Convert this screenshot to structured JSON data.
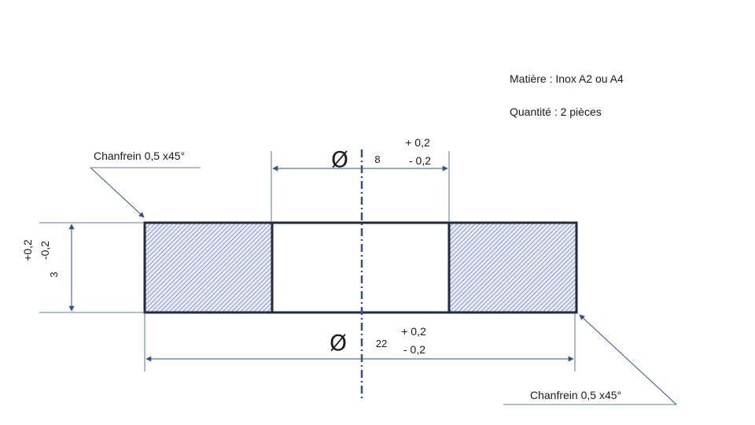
{
  "notes": {
    "material": "Matière : Inox A2 ou A4",
    "quantity": "Quantité : 2 pièces"
  },
  "chamfer_labels": {
    "top_left": "Chanfrein 0,5 x45°",
    "bottom_right": "Chanfrein 0,5 x45°"
  },
  "dimensions": {
    "inner_diameter": {
      "symbol": "Ø",
      "value": "8",
      "tol_plus": "+ 0,2",
      "tol_minus": "- 0,2"
    },
    "outer_diameter": {
      "symbol": "Ø",
      "value": "22",
      "tol_plus": "+ 0,2",
      "tol_minus": "- 0,2"
    },
    "thickness": {
      "value": "3",
      "tol_plus": "+0,2",
      "tol_minus": "-0,2"
    }
  },
  "colors": {
    "outline": "#1f2a44",
    "dimension": "#2f4fa0",
    "hatch": "#5b6fb0",
    "text": "#1a1a1a"
  }
}
